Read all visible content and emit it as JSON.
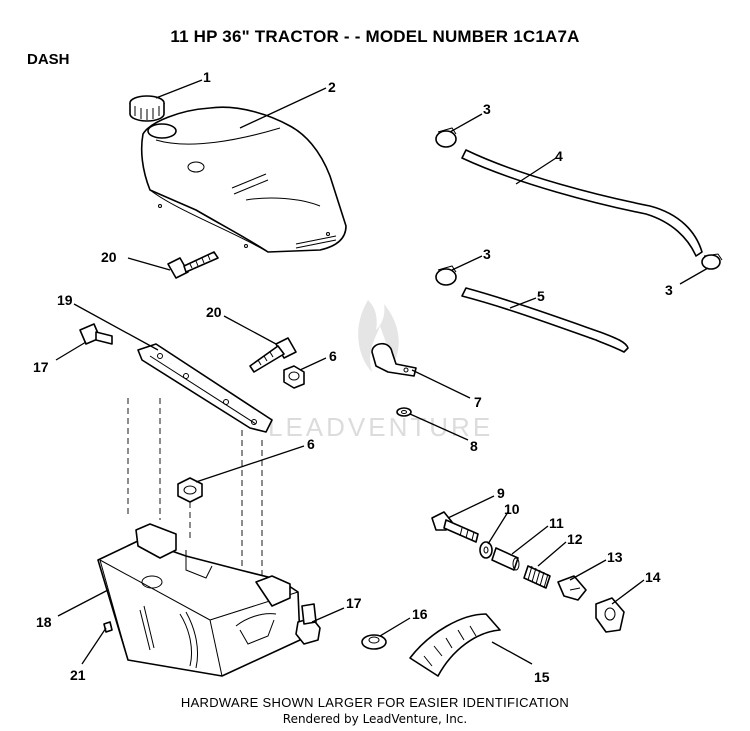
{
  "header": {
    "title": "11 HP 36\" TRACTOR - - MODEL NUMBER 1C1A7A",
    "section": "DASH"
  },
  "footer": {
    "note": "HARDWARE SHOWN LARGER FOR EASIER IDENTIFICATION",
    "credit": "Rendered by LeadVenture, Inc."
  },
  "watermark": {
    "text": "LEADVENTURE"
  },
  "callouts": [
    {
      "id": "c1",
      "label": "1"
    },
    {
      "id": "c2",
      "label": "2"
    },
    {
      "id": "c3a",
      "label": "3"
    },
    {
      "id": "c4",
      "label": "4"
    },
    {
      "id": "c3b",
      "label": "3"
    },
    {
      "id": "c3c",
      "label": "3"
    },
    {
      "id": "c5",
      "label": "5"
    },
    {
      "id": "c20a",
      "label": "20"
    },
    {
      "id": "c19",
      "label": "19"
    },
    {
      "id": "c20b",
      "label": "20"
    },
    {
      "id": "c17a",
      "label": "17"
    },
    {
      "id": "c6a",
      "label": "6"
    },
    {
      "id": "c7",
      "label": "7"
    },
    {
      "id": "c8",
      "label": "8"
    },
    {
      "id": "c6b",
      "label": "6"
    },
    {
      "id": "c9",
      "label": "9"
    },
    {
      "id": "c10",
      "label": "10"
    },
    {
      "id": "c11",
      "label": "11"
    },
    {
      "id": "c12",
      "label": "12"
    },
    {
      "id": "c13",
      "label": "13"
    },
    {
      "id": "c14",
      "label": "14"
    },
    {
      "id": "c17b",
      "label": "17"
    },
    {
      "id": "c16",
      "label": "16"
    },
    {
      "id": "c18",
      "label": "18"
    },
    {
      "id": "c21",
      "label": "21"
    },
    {
      "id": "c15",
      "label": "15"
    }
  ]
}
